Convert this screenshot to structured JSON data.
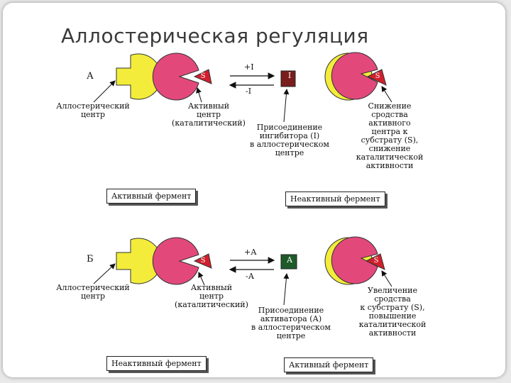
{
  "slide": {
    "title": "Аллостерическая регуляция",
    "panel_a": {
      "letter": "А",
      "arrow_forward": "+I",
      "arrow_back": "-I",
      "inhibitor_mark": "I",
      "substrate_left": "S",
      "substrate_right": "S",
      "label_allosteric": "Аллостерический\nцентр",
      "label_active": "Активный\nцентр\n(каталитический)",
      "label_attach": "Присоединение\nингибитора (I)\nв аллостерическом\nцентре",
      "label_effect": "Снижение\nсродства\nактивного\nцентра к\nсубстрату (S),\nснижение\nкаталитической\nактивности",
      "box_left": "Активный фермент",
      "box_right": "Неактивный фермент"
    },
    "panel_b": {
      "letter": "Б",
      "arrow_forward": "+А",
      "arrow_back": "-А",
      "activator_mark": "А",
      "substrate_left": "S",
      "substrate_right": "S",
      "label_allosteric": "Аллостерический\nцентр",
      "label_active": "Активный\nцентр\n(каталитический)",
      "label_attach": "Присоединение\nактиватора (А)\nв аллостерическом\nцентре",
      "label_effect": "Увеличение\nсродства\nк субстрату (S),\nповышение\nкаталитической\nактивности",
      "box_left": "Неактивный фермент",
      "box_right": "Активный фермент"
    }
  },
  "colors": {
    "yellow": "#f3ec3a",
    "pink": "#e2497a",
    "substrate_red": "#d11f2c",
    "inhibitor_dark": "#7a1d1d",
    "activator_green": "#1f5a2a"
  }
}
